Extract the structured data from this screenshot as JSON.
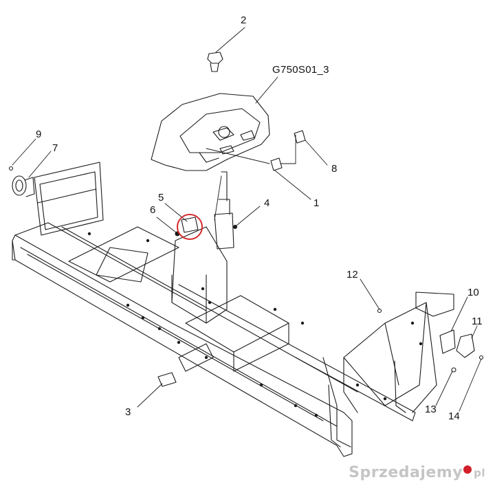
{
  "diagram": {
    "code_label": "G750S01_3",
    "callouts": [
      "1",
      "2",
      "3",
      "4",
      "5",
      "6",
      "7",
      "8",
      "9",
      "10",
      "11",
      "12",
      "13",
      "14"
    ],
    "highlight_color": "#d42a2a",
    "line_color": "#1a1a1a"
  },
  "watermark": {
    "text": "Sprzedajemy",
    "suffix": "pl"
  }
}
